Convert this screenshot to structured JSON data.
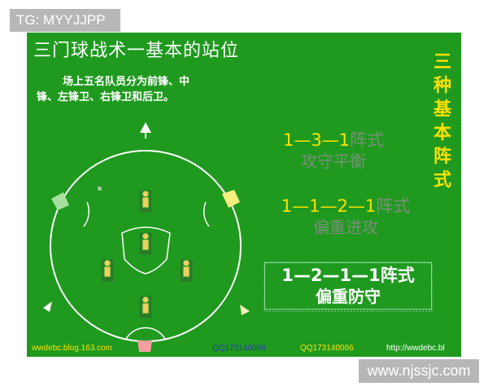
{
  "watermark_top": "TG: MYYJJPP",
  "watermark_bottom": "www.njssjc.com",
  "title": "三门球战术一基本的站位",
  "description": [
    "场上五名队员分为前锋、中",
    "锋、左锋卫、右锋卫和后卫。"
  ],
  "vertical_title": [
    "三",
    "种",
    "基",
    "本",
    "阵",
    "式"
  ],
  "formations": [
    {
      "numbers": "1—3—1",
      "suffix": "阵式",
      "subtitle": "攻守平衡"
    },
    {
      "numbers": "1—1—2—1",
      "suffix": "阵式",
      "subtitle": "偏重进攻"
    },
    {
      "numbers": "1—2—1—1",
      "suffix": "阵式",
      "subtitle": "偏重防守"
    }
  ],
  "footer": {
    "blog": "wwdebc.blog.163.com",
    "qq1": "QQ173140066",
    "qq2": "QQ173140066",
    "site": "http://wwdebc.bl"
  },
  "colors": {
    "field": "#1f9a1f",
    "accent": "#ffe000",
    "muted": "#7a8f7a",
    "qq1": "#2a3cb0",
    "qq2": "#ffe000",
    "site": "#ffffff"
  }
}
